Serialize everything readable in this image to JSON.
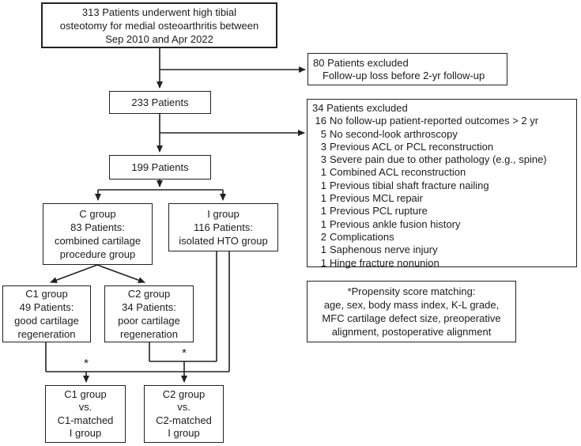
{
  "diagram": {
    "top_box": {
      "text": "313 Patients underwent high tibial\nosteotomy for medial osteoarthritis between\nSep 2010 and Apr 2022"
    },
    "excluded_80": {
      "title": "80 Patients excluded",
      "reason": "Follow-up loss before 2-yr follow-up"
    },
    "patients_233": {
      "text": "233 Patients"
    },
    "patients_199": {
      "text": "199 Patients"
    },
    "excluded_34": {
      "title": "34 Patients excluded",
      "items": [
        {
          "n": "16",
          "text": "No follow-up patient-reported outcomes > 2 yr"
        },
        {
          "n": "5",
          "text": "No second-look arthroscopy"
        },
        {
          "n": "3",
          "text": "Previous ACL or PCL reconstruction"
        },
        {
          "n": "3",
          "text": "Severe pain due to other pathology (e.g., spine)"
        },
        {
          "n": "1",
          "text": "Combined ACL reconstruction"
        },
        {
          "n": "1",
          "text": "Previous tibial shaft fracture nailing"
        },
        {
          "n": "1",
          "text": "Previous MCL repair"
        },
        {
          "n": "1",
          "text": "Previous PCL rupture"
        },
        {
          "n": "1",
          "text": "Previous ankle fusion history"
        },
        {
          "n": "2",
          "text": "Complications"
        },
        {
          "n": "1",
          "text": "Saphenous nerve injury"
        },
        {
          "n": "1",
          "text": "Hinge fracture nonunion"
        }
      ]
    },
    "c_group": {
      "text": "C group\n83 Patients:\ncombined cartilage\nprocedure group"
    },
    "i_group": {
      "text": "I group\n116 Patients:\nisolated HTO group"
    },
    "c1_group": {
      "text": "C1 group\n49 Patients:\ngood cartilage\nregeneration"
    },
    "c2_group": {
      "text": "C2 group\n34 Patients:\npoor cartilage\nregeneration"
    },
    "propensity_note": {
      "text": "*Propensity score matching:\nage, sex, body mass index, K-L grade,\nMFC cartilage defect size, preoperative\nalignment, postoperative alignment"
    },
    "c1_vs_box": {
      "text": "C1 group\nvs.\nC1-matched\nI group"
    },
    "c2_vs_box": {
      "text": "C2 group\nvs.\nC2-matched\nI group"
    },
    "asterisk": "*",
    "line_color": "#222222"
  }
}
